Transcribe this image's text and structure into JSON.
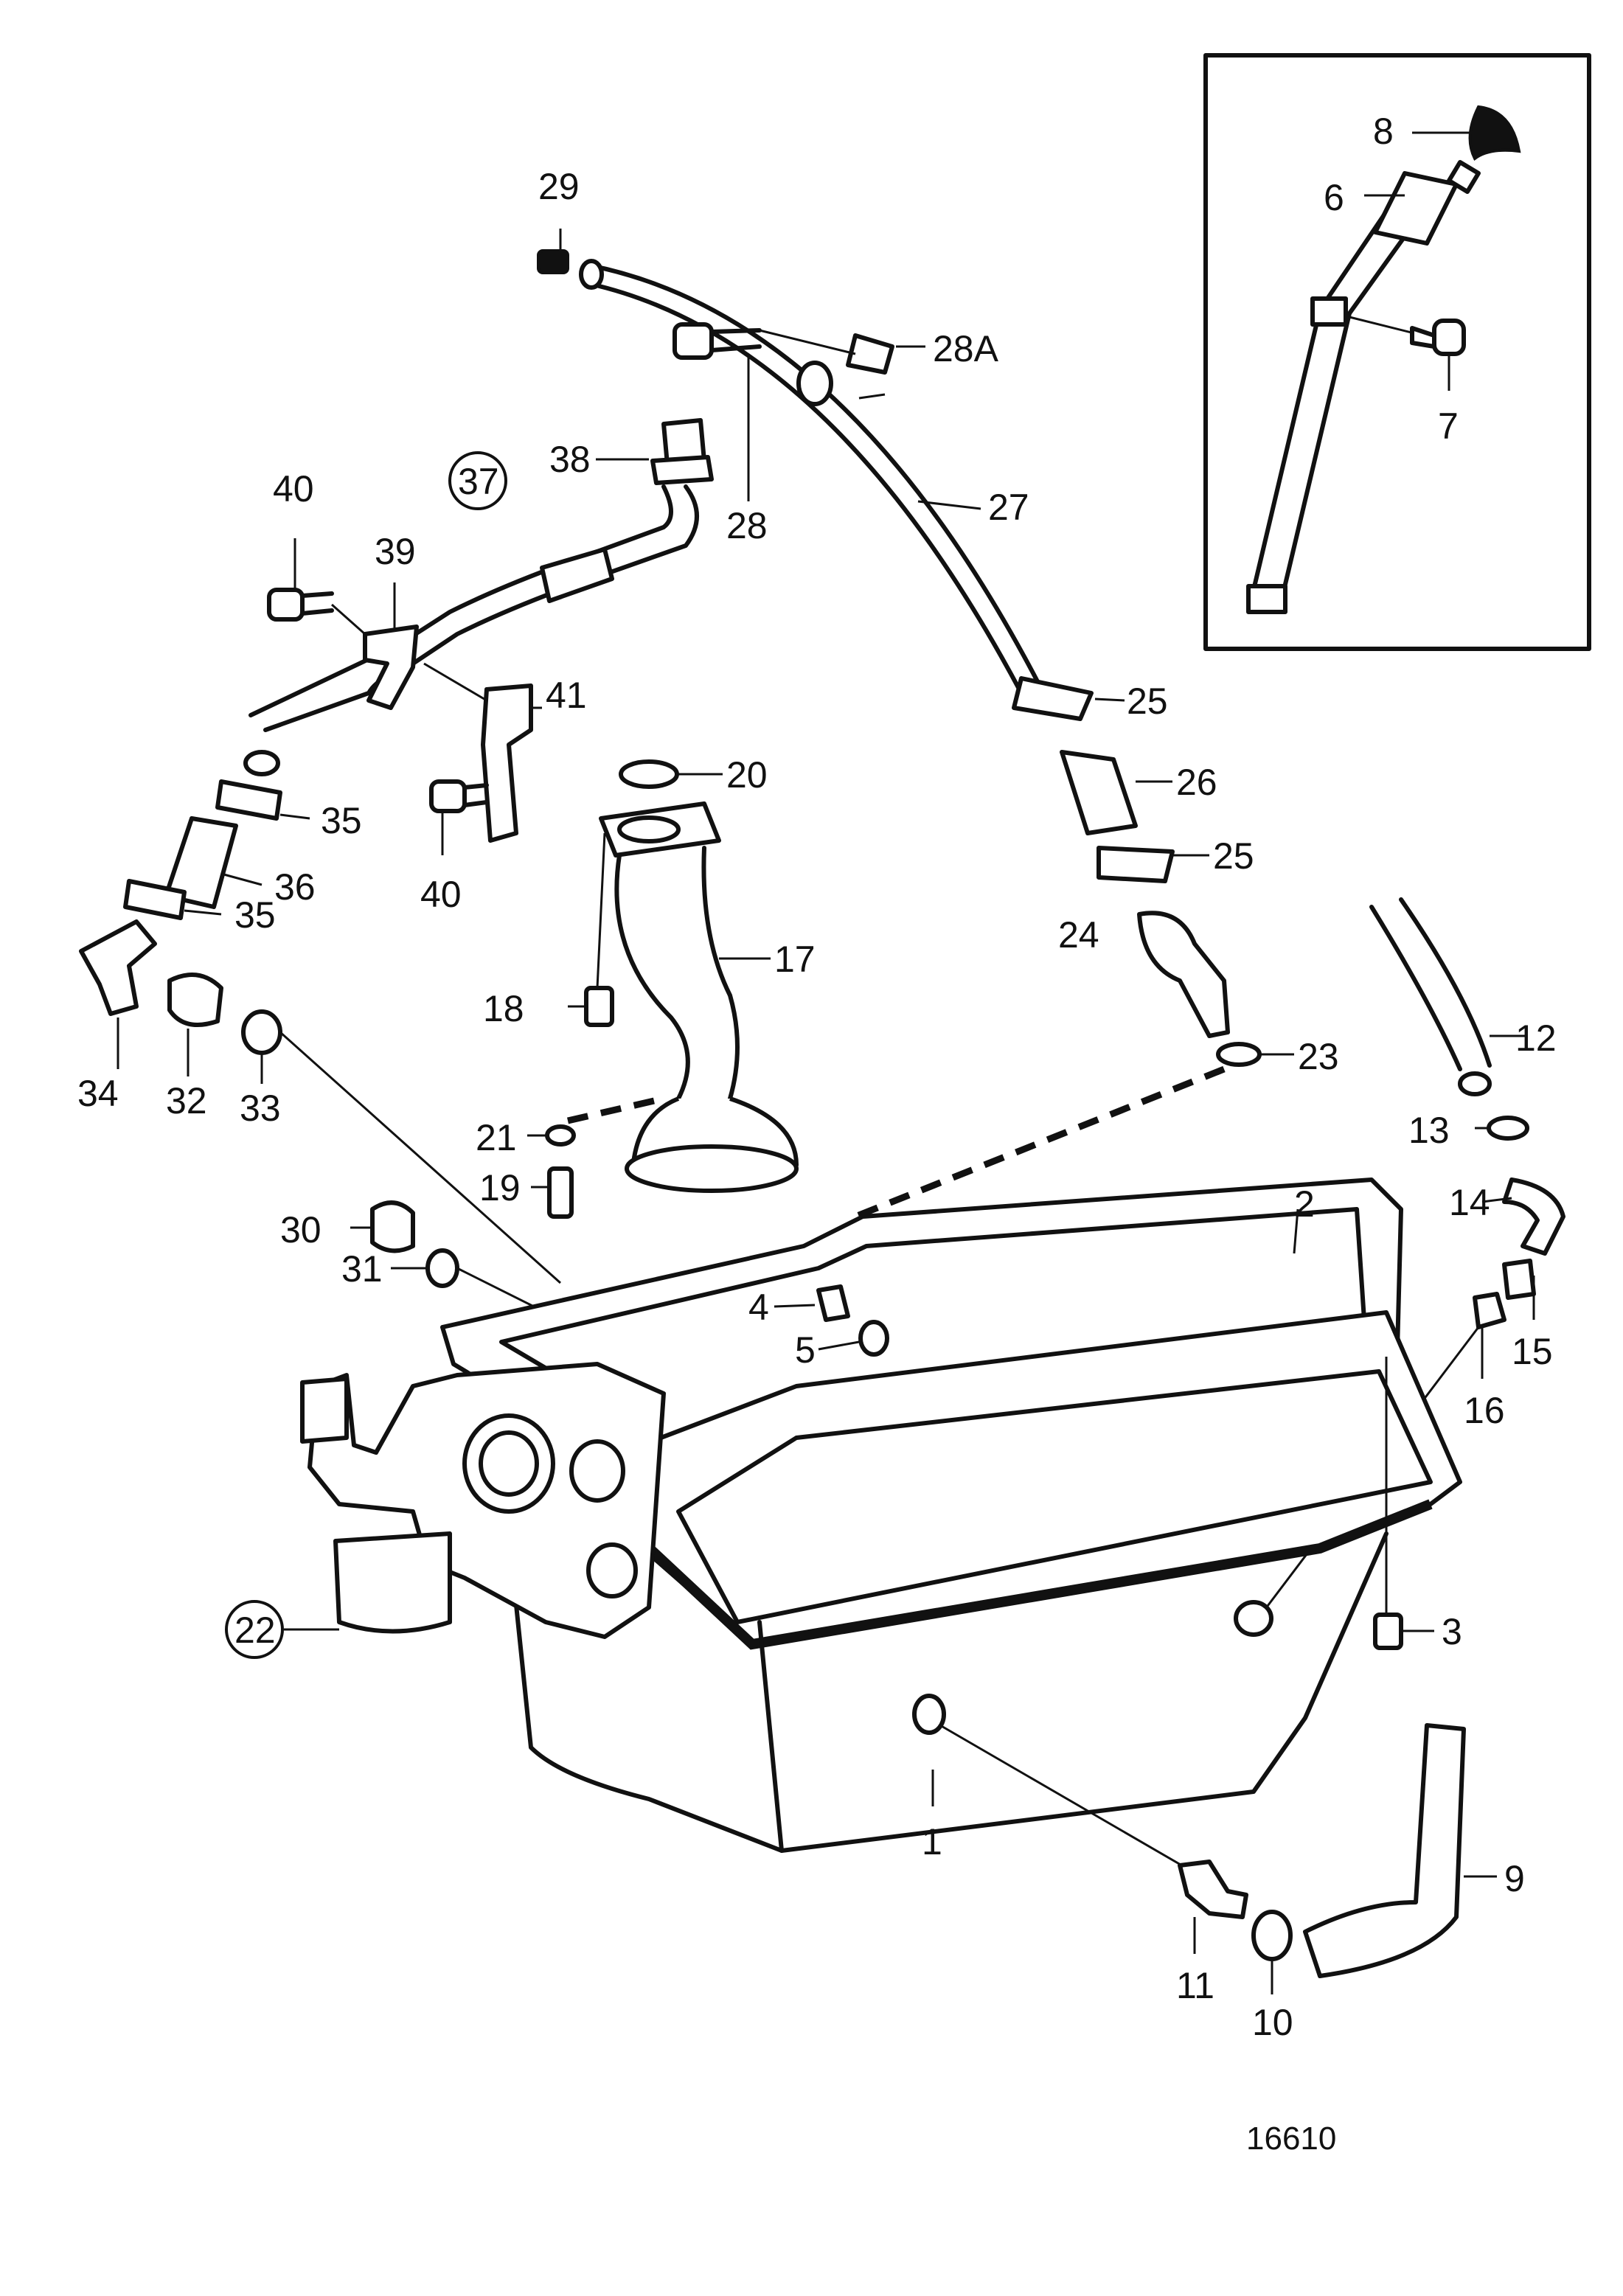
{
  "figure_number": "16610",
  "callouts": {
    "p1": "1",
    "p2": "2",
    "p3": "3",
    "p4": "4",
    "p5": "5",
    "p6": "6",
    "p7": "7",
    "p8": "8",
    "p9": "9",
    "p10": "10",
    "p11": "11",
    "p12": "12",
    "p13": "13",
    "p14": "14",
    "p15": "15",
    "p16": "16",
    "p17": "17",
    "p18": "18",
    "p19": "19",
    "p20": "20",
    "p21": "21",
    "p22": "22",
    "p23": "23",
    "p24": "24",
    "p25a": "25",
    "p25b": "25",
    "p26": "26",
    "p27": "27",
    "p28": "28",
    "p28a": "28A",
    "p29": "29",
    "p30": "30",
    "p31": "31",
    "p32": "32",
    "p33": "33",
    "p34": "34",
    "p35a": "35",
    "p35b": "35",
    "p36": "36",
    "p37": "37",
    "p38": "38",
    "p39": "39",
    "p40a": "40",
    "p40b": "40",
    "p41": "41"
  }
}
